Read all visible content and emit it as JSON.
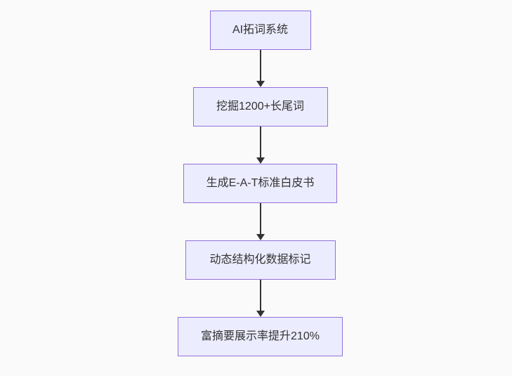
{
  "flowchart": {
    "type": "flowchart-top-down",
    "colors": {
      "background": "#fafafa",
      "node_fill": "#ececff",
      "node_border": "#9370db",
      "node_text": "#333333",
      "arrow": "#333333"
    },
    "nodes": [
      {
        "id": "node-1",
        "label": "AI拓词系统"
      },
      {
        "id": "node-2",
        "label": "挖掘1200+长尾词"
      },
      {
        "id": "node-3",
        "label": "生成E-A-T标准白皮书"
      },
      {
        "id": "node-4",
        "label": "动态结构化数据标记"
      },
      {
        "id": "node-5",
        "label": "富摘要展示率提升210%"
      }
    ],
    "edges": [
      {
        "from": "node-1",
        "to": "node-2"
      },
      {
        "from": "node-2",
        "to": "node-3"
      },
      {
        "from": "node-3",
        "to": "node-4"
      },
      {
        "from": "node-4",
        "to": "node-5"
      }
    ]
  }
}
